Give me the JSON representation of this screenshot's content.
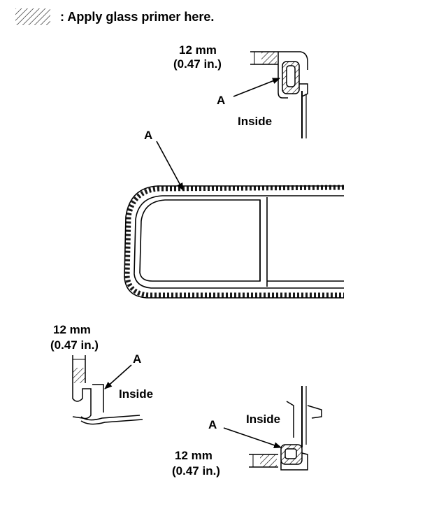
{
  "legend": {
    "text": ": Apply glass primer here.",
    "swatch_icon": "hatch-swatch-icon"
  },
  "detail_top_right": {
    "dim_mm": "12 mm",
    "dim_in": "(0.47 in.)",
    "callout": "A",
    "side_label": "Inside"
  },
  "main_view": {
    "callout": "A"
  },
  "detail_bottom_left": {
    "dim_mm": "12 mm",
    "dim_in": "(0.47 in.)",
    "callout": "A",
    "side_label": "Inside"
  },
  "detail_bottom_right": {
    "dim_mm": "12 mm",
    "dim_in": "(0.47 in.)",
    "callout": "A",
    "side_label": "Inside"
  },
  "colors": {
    "ink": "#000000",
    "paper": "#ffffff"
  }
}
